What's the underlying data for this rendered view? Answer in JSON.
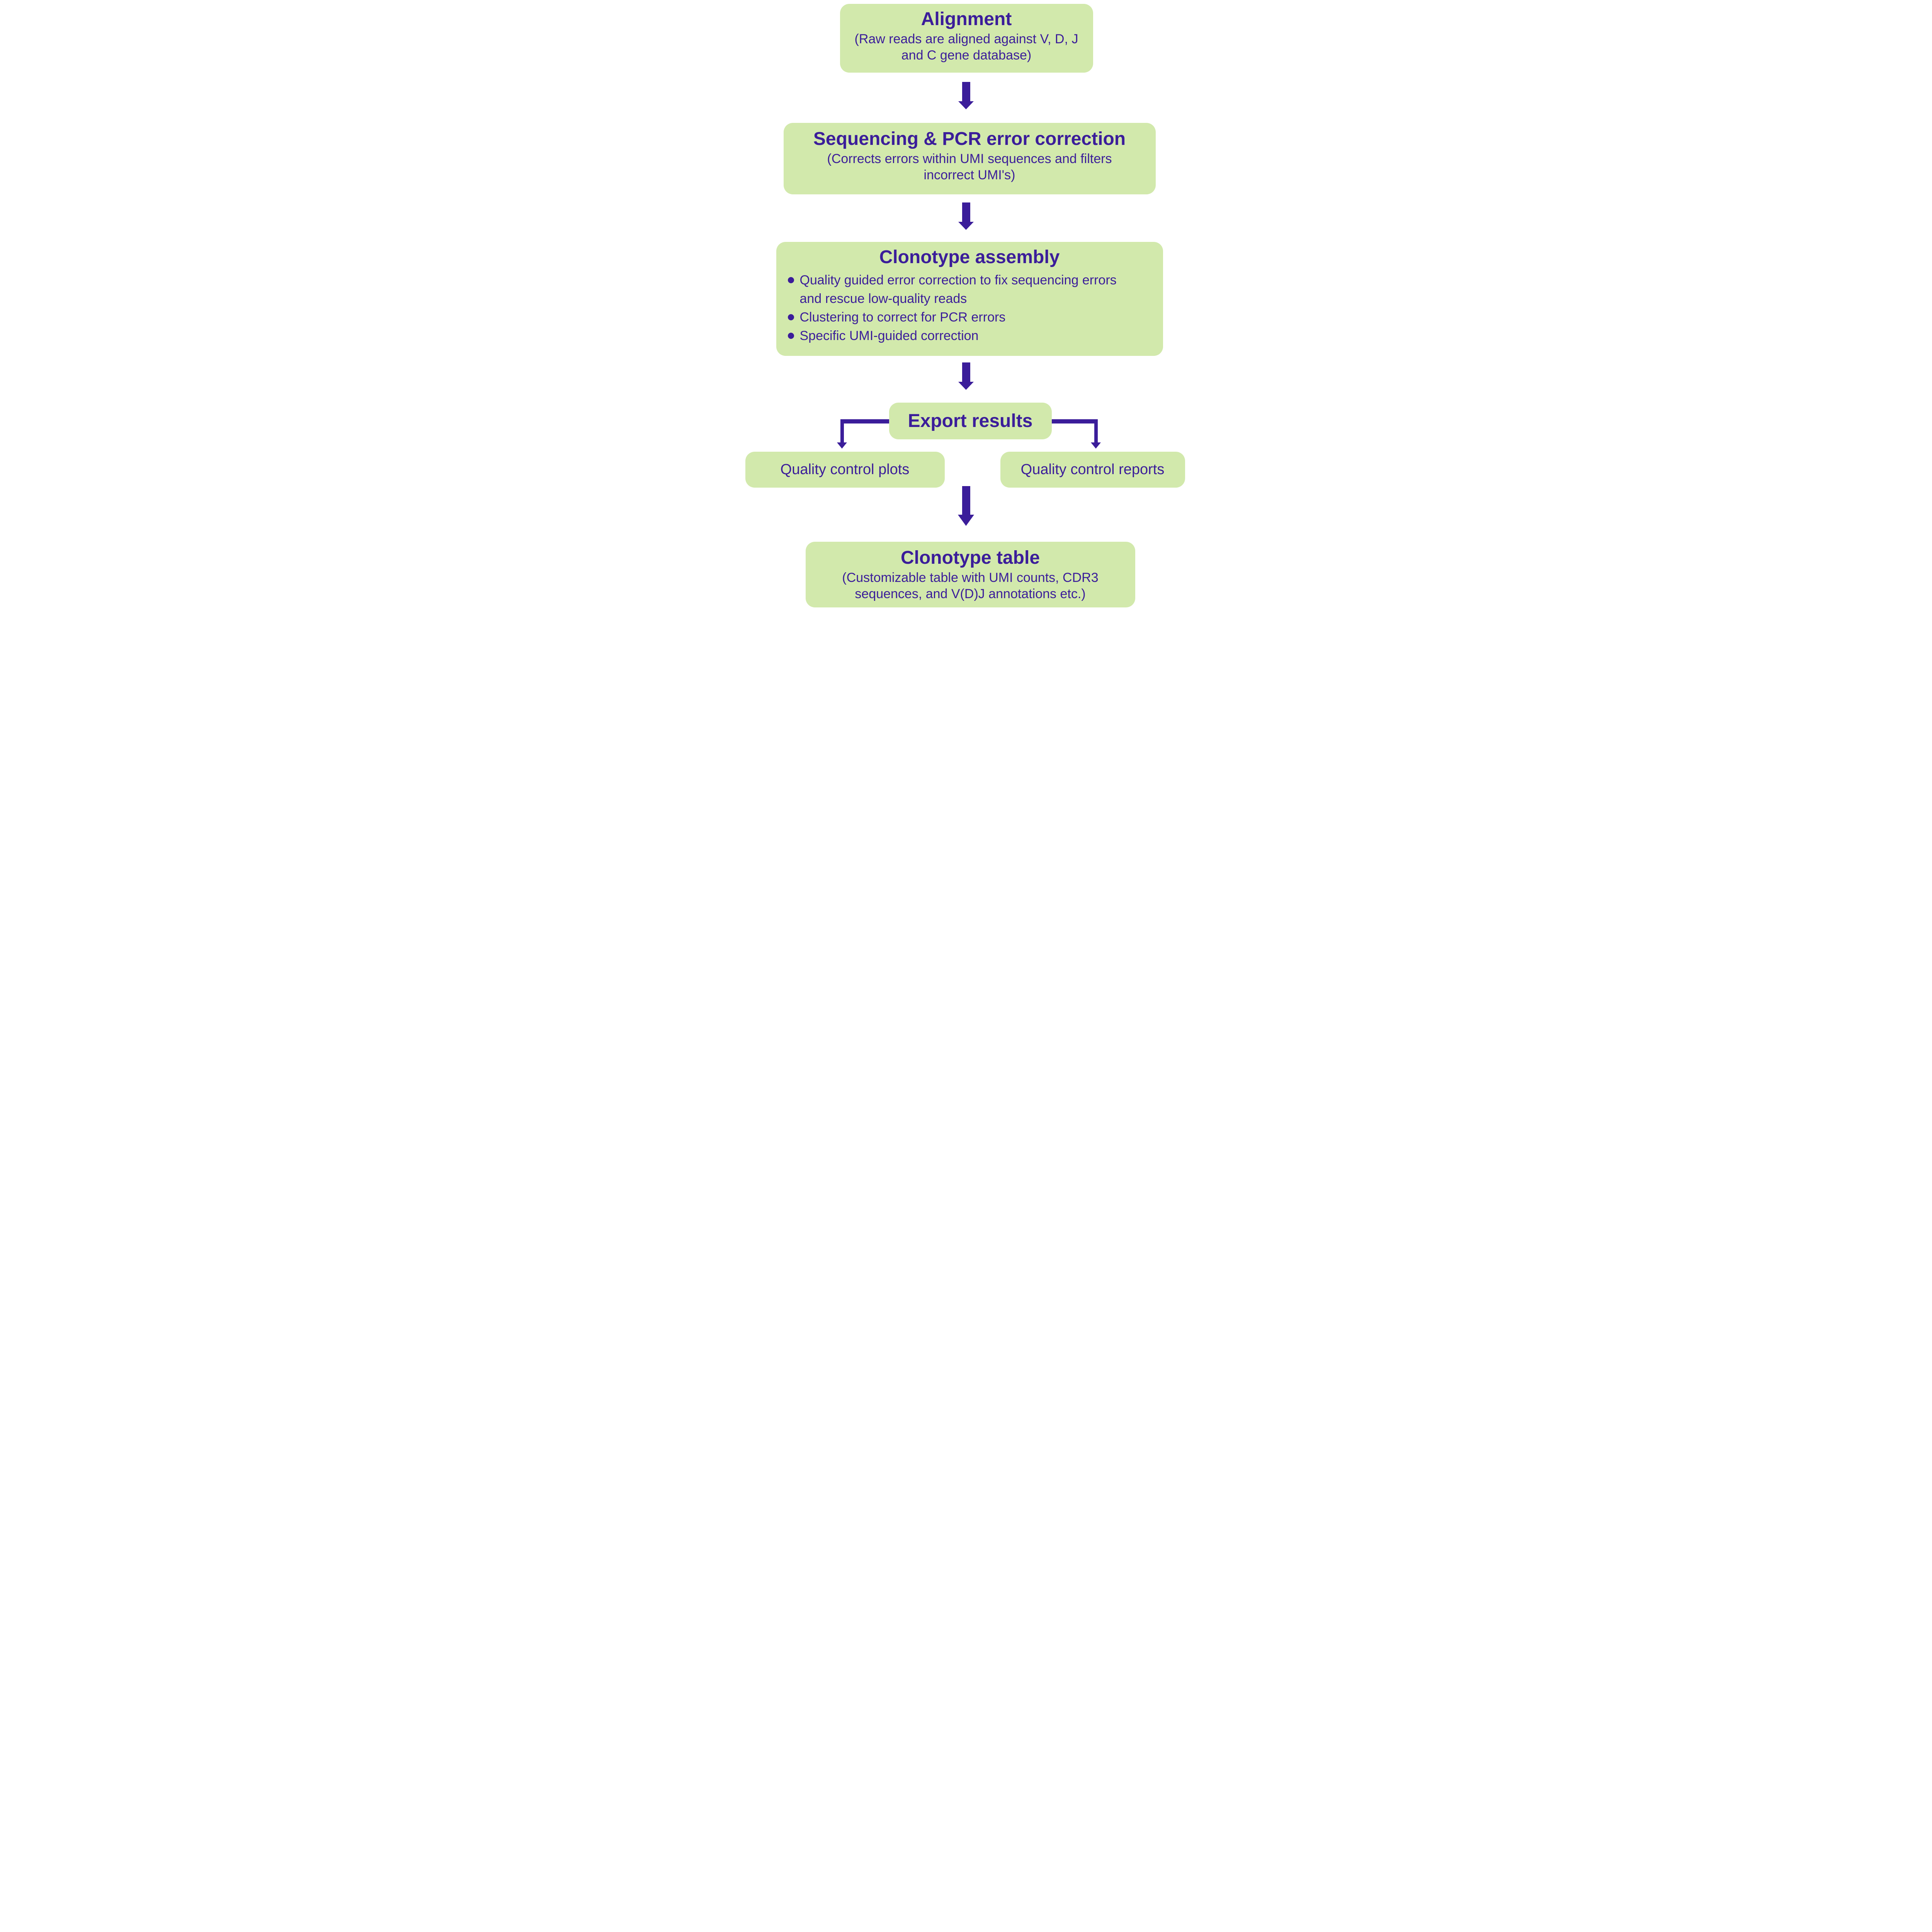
{
  "colors": {
    "accent": "#3b1d9a",
    "node_fill": "#d2e9ac",
    "background": "#ffffff"
  },
  "icons": {
    "flow_arrow": "down-block-arrow",
    "branch_arrow": "elbow-down-arrow",
    "bullet": "filled-circle"
  },
  "nodes": {
    "alignment": {
      "title": "Alignment",
      "subtitle": "(Raw reads are aligned against V, D, J and C gene database)"
    },
    "sequencing_pcr_error_correction": {
      "title": "Sequencing & PCR error correction",
      "subtitle": "(Corrects errors within UMI sequences and filters incorrect UMI's)"
    },
    "clonotype_assembly": {
      "title": "Clonotype assembly",
      "bullets": [
        "Quality guided error correction to fix sequencing errors and rescue low-quality reads",
        "Clustering to correct for PCR errors",
        "Specific UMI-guided correction"
      ]
    },
    "export_results": {
      "title": "Export results"
    },
    "quality_control_plots": {
      "title": "Quality control plots"
    },
    "quality_control_reports": {
      "title": "Quality control reports"
    },
    "clonotype_table": {
      "title": "Clonotype table",
      "subtitle": "(Customizable table with UMI counts, CDR3 sequences, and V(D)J annotations etc.)"
    }
  }
}
